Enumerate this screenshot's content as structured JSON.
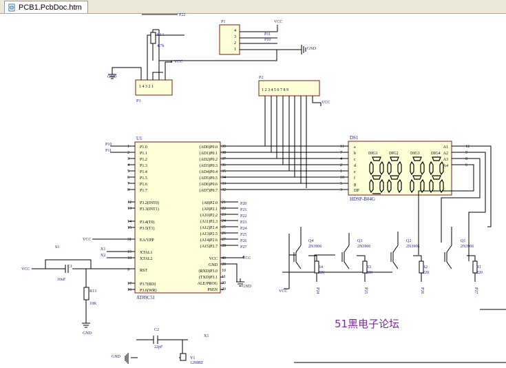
{
  "tab": {
    "label": "PCB1.PcbDoc.htm"
  },
  "watermark": "51黑电子论坛",
  "u1": {
    "ref": "U1",
    "part": "AT89C51",
    "left_pins": [
      {
        "num": "1",
        "name": "P1.0"
      },
      {
        "num": "2",
        "name": "P1.1"
      },
      {
        "num": "3",
        "name": "P1.2"
      },
      {
        "num": "4",
        "name": "P1.3"
      },
      {
        "num": "5",
        "name": "P1.4"
      },
      {
        "num": "6",
        "name": "P1.5"
      },
      {
        "num": "7",
        "name": "P1.6"
      },
      {
        "num": "8",
        "name": "P1.7"
      },
      {
        "num": "12",
        "name": "P3.2(INT0)"
      },
      {
        "num": "13",
        "name": "P3.3(INT1)"
      },
      {
        "num": "14",
        "name": "P3.4(T0)"
      },
      {
        "num": "15",
        "name": "P3.5(T1)"
      },
      {
        "num": "31",
        "name": "EA/VPP"
      },
      {
        "num": "19",
        "name": "XTAL1"
      },
      {
        "num": "18",
        "name": "XTAL2"
      },
      {
        "num": "9",
        "name": "RST"
      },
      {
        "num": "17",
        "name": "P3.7(RD)"
      },
      {
        "num": "16",
        "name": "P3.6(WR)"
      }
    ],
    "right_pins": [
      {
        "num": "39",
        "name": "(AD0)P0.0"
      },
      {
        "num": "38",
        "name": "(AD1)P0.1"
      },
      {
        "num": "37",
        "name": "(AD2)P0.2"
      },
      {
        "num": "36",
        "name": "(AD3)P0.3"
      },
      {
        "num": "35",
        "name": "(AD4)P0.4"
      },
      {
        "num": "34",
        "name": "(AD5)P0.5"
      },
      {
        "num": "33",
        "name": "(AD6)P0.6"
      },
      {
        "num": "32",
        "name": "(AD7)P0.7"
      },
      {
        "num": "21",
        "name": "(A8)P2.0"
      },
      {
        "num": "22",
        "name": "(A9)P2.1"
      },
      {
        "num": "23",
        "name": "(A10)P2.2"
      },
      {
        "num": "24",
        "name": "(A11)P2.3"
      },
      {
        "num": "25",
        "name": "(A12)P2.4"
      },
      {
        "num": "26",
        "name": "(A13)P2.5"
      },
      {
        "num": "27",
        "name": "(A14)P2.6"
      },
      {
        "num": "28",
        "name": "(A15)P2.7"
      },
      {
        "num": "40",
        "name": "VCC"
      },
      {
        "num": "20",
        "name": "GND"
      },
      {
        "num": "10",
        "name": "(RXD)P3.0"
      },
      {
        "num": "11",
        "name": "(TXD)P3.1"
      },
      {
        "num": "30",
        "name": "ALE/PROG"
      },
      {
        "num": "29",
        "name": "PSEN"
      }
    ],
    "p1_nets": [
      "P10",
      "P11"
    ],
    "p2_nets": [
      "P20",
      "P21",
      "P22",
      "P23",
      "P24",
      "P25",
      "P26",
      "P27"
    ]
  },
  "ds1": {
    "ref": "DS1",
    "part": "HDSP-B04G",
    "seg_pins": [
      {
        "num": "11",
        "name": "a"
      },
      {
        "num": "7",
        "name": "b"
      },
      {
        "num": "4",
        "name": "c"
      },
      {
        "num": "2",
        "name": "d"
      },
      {
        "num": "1",
        "name": "e"
      },
      {
        "num": "10",
        "name": "f"
      },
      {
        "num": "5",
        "name": "g"
      },
      {
        "num": "3",
        "name": "DP"
      }
    ],
    "digit_pins": [
      {
        "num": "12",
        "name": "A1"
      },
      {
        "num": "9",
        "name": "A2"
      },
      {
        "num": "8",
        "name": "A3"
      },
      {
        "num": "6",
        "name": "A4"
      }
    ],
    "digit_labels": [
      "DIG1",
      "DIG2",
      "DIG3",
      "DIG4"
    ]
  },
  "transistors": [
    {
      "ref": "Q4",
      "part": "2N3906",
      "res": "R4",
      "val": "220",
      "net": "P24"
    },
    {
      "ref": "Q3",
      "part": "2N3906",
      "res": "R3",
      "val": "220",
      "net": "P25"
    },
    {
      "ref": "Q2",
      "part": "2N3906",
      "res": "R2",
      "val": "220",
      "net": "P26"
    },
    {
      "ref": "Q1",
      "part": "2N3906",
      "res": "R1",
      "val": "220",
      "net": "P27"
    }
  ],
  "p1": {
    "ref": "P1",
    "pins": [
      "4",
      "3",
      "2",
      "1"
    ],
    "nets": [
      "VCC",
      "P11",
      "P10",
      "GND"
    ]
  },
  "p2": {
    "ref": "P2",
    "pins": "1 2 3 4 5 6 7 8 9",
    "vcc": "VCC"
  },
  "p3": {
    "ref": "P3",
    "pins": "1 4 3 2 1",
    "vcc": "VCC",
    "gnd": "GND"
  },
  "r14": {
    "ref": "R14",
    "val": "4.7k"
  },
  "top_net": "P22",
  "reset": {
    "s1": "S1",
    "c1": "C1",
    "c1_val": "10uF",
    "r13": "R13",
    "r13_val": "10K",
    "vcc": "VCC",
    "gnd": "GND"
  },
  "xtal": {
    "c2": "C2",
    "c2_val": "22pF",
    "y1": "Y1",
    "y1_val": "12MHZ",
    "x1": "X1",
    "gnd": "GND",
    "x2": "X2"
  },
  "power": {
    "vcc": "VCC",
    "gnd": "GND"
  }
}
